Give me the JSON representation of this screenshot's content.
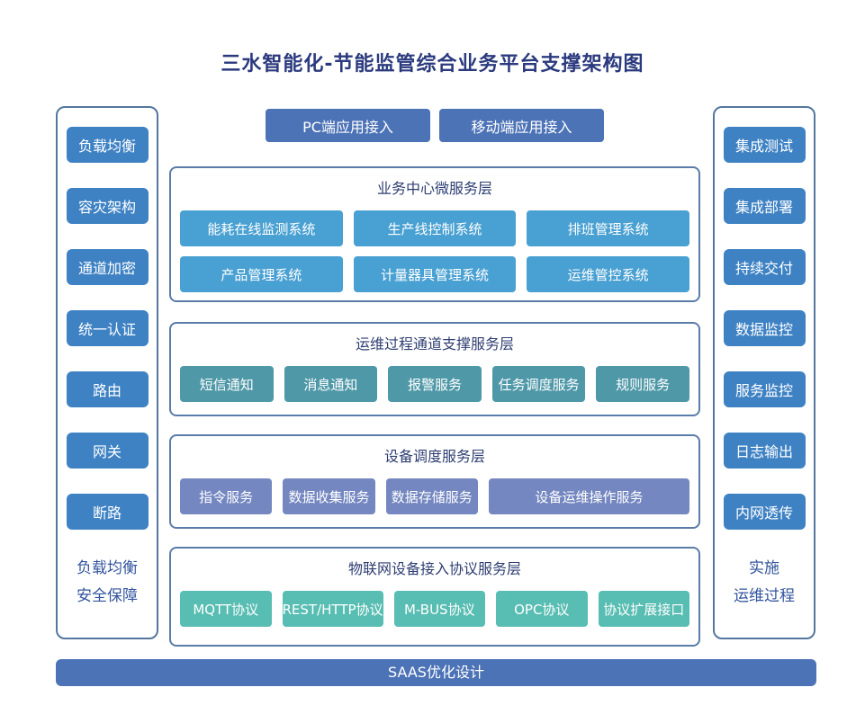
{
  "title": "三水智能化-节能监管综合业务平台支撑架构图",
  "top_access": {
    "buttons": [
      "PC端应用接入",
      "移动端应用接入"
    ]
  },
  "left_panel": {
    "items": [
      "负载均衡",
      "容灾架构",
      "通道加密",
      "统一认证",
      "路由",
      "网关",
      "断路"
    ],
    "footer": [
      "负载均衡",
      "安全保障"
    ]
  },
  "right_panel": {
    "items": [
      "集成测试",
      "集成部署",
      "持续交付",
      "数据监控",
      "服务监控",
      "日志输出",
      "内网透传"
    ],
    "footer": [
      "实施",
      "运维过程"
    ]
  },
  "layers": [
    {
      "title": "业务中心微服务层",
      "color": "#49a0d2",
      "rows": [
        [
          "能耗在线监测系统",
          "生产线控制系统",
          "排班管理系统"
        ],
        [
          "产品管理系统",
          "计量器具管理系统",
          "运维管控系统"
        ]
      ]
    },
    {
      "title": "运维过程通道支撑服务层",
      "color": "#4f98a8",
      "rows": [
        [
          "短信通知",
          "消息通知",
          "报警服务",
          "任务调度服务",
          "规则服务"
        ]
      ]
    },
    {
      "title": "设备调度服务层",
      "color": "#7487c1",
      "rows": [
        [
          "指令服务",
          "数据收集服务",
          "数据存储服务",
          "设备运维操作服务"
        ]
      ]
    },
    {
      "title": "物联网设备接入协议服务层",
      "color": "#58bdb2",
      "rows": [
        [
          "MQTT协议",
          "REST/HTTP协议",
          "M-BUS协议",
          "OPC协议",
          "协议扩展接口"
        ]
      ]
    }
  ],
  "bottom_bar": {
    "label": "SAAS优化设计"
  },
  "palette": {
    "side_box": "#3e82c4",
    "access_button": "#4d73b7",
    "bottom_bar": "#4d73b7",
    "panel_border": "#55779f",
    "layer_border": "#5a7ca8",
    "main_title_text": "#2b3a7e",
    "layer_title_text": "#2e3e72",
    "side_footer_text": "#32549e"
  }
}
